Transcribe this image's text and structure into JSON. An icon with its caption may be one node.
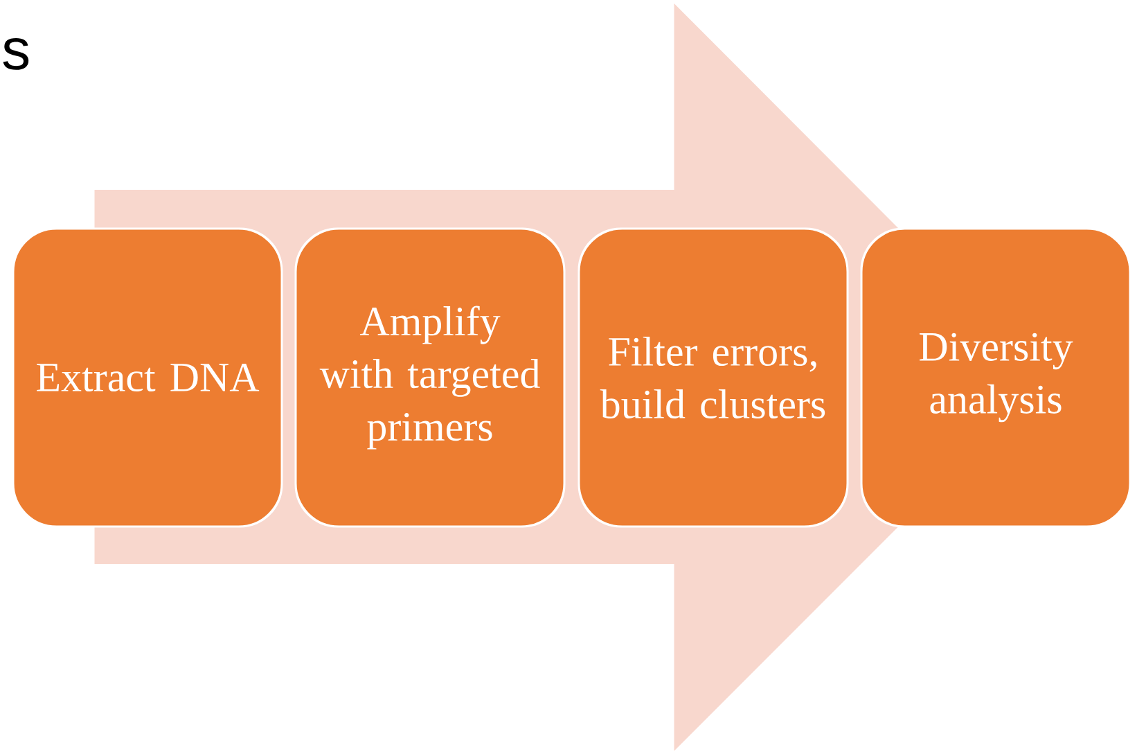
{
  "diagram": {
    "nodes": [
      {
        "text": [
          "Extract DNA"
        ]
      },
      {
        "text": [
          "Amplify with targeted primers"
        ]
      },
      {
        "text": [
          "Filter errors, build clusters"
        ]
      },
      {
        "text": [
          "Diversity analysis"
        ]
      }
    ],
    "edges": [
      {
        "from": 0,
        "to": 3,
        "arrow": "to"
      }
    ],
    "labels": [
      "s"
    ]
  }
}
